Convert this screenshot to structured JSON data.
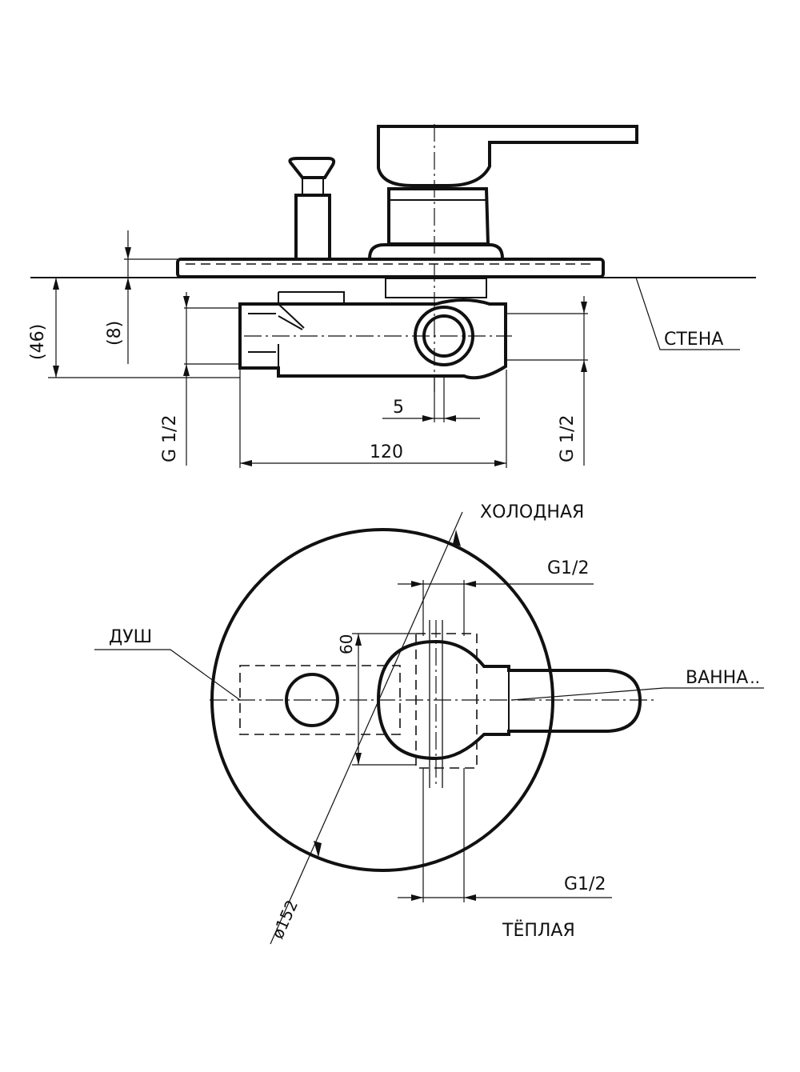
{
  "labels": {
    "wall": "СТЕНА",
    "cold": "ХОЛОДНАЯ",
    "warm": "ТЁПЛАЯ",
    "shower": "ДУШ",
    "bath": "ВАННА",
    "bath_suffix": ".."
  },
  "dimensions": {
    "depth_total": "(46)",
    "plate_thickness": "(8)",
    "thread_left": "G 1/2",
    "thread_right": "G 1/2",
    "offset": "5",
    "width": "120",
    "spacing": "60",
    "thread_top": "G1/2",
    "thread_bottom": "G1/2",
    "diameter": "ø152"
  },
  "colors": {
    "ink": "#111111",
    "background": "#ffffff"
  }
}
